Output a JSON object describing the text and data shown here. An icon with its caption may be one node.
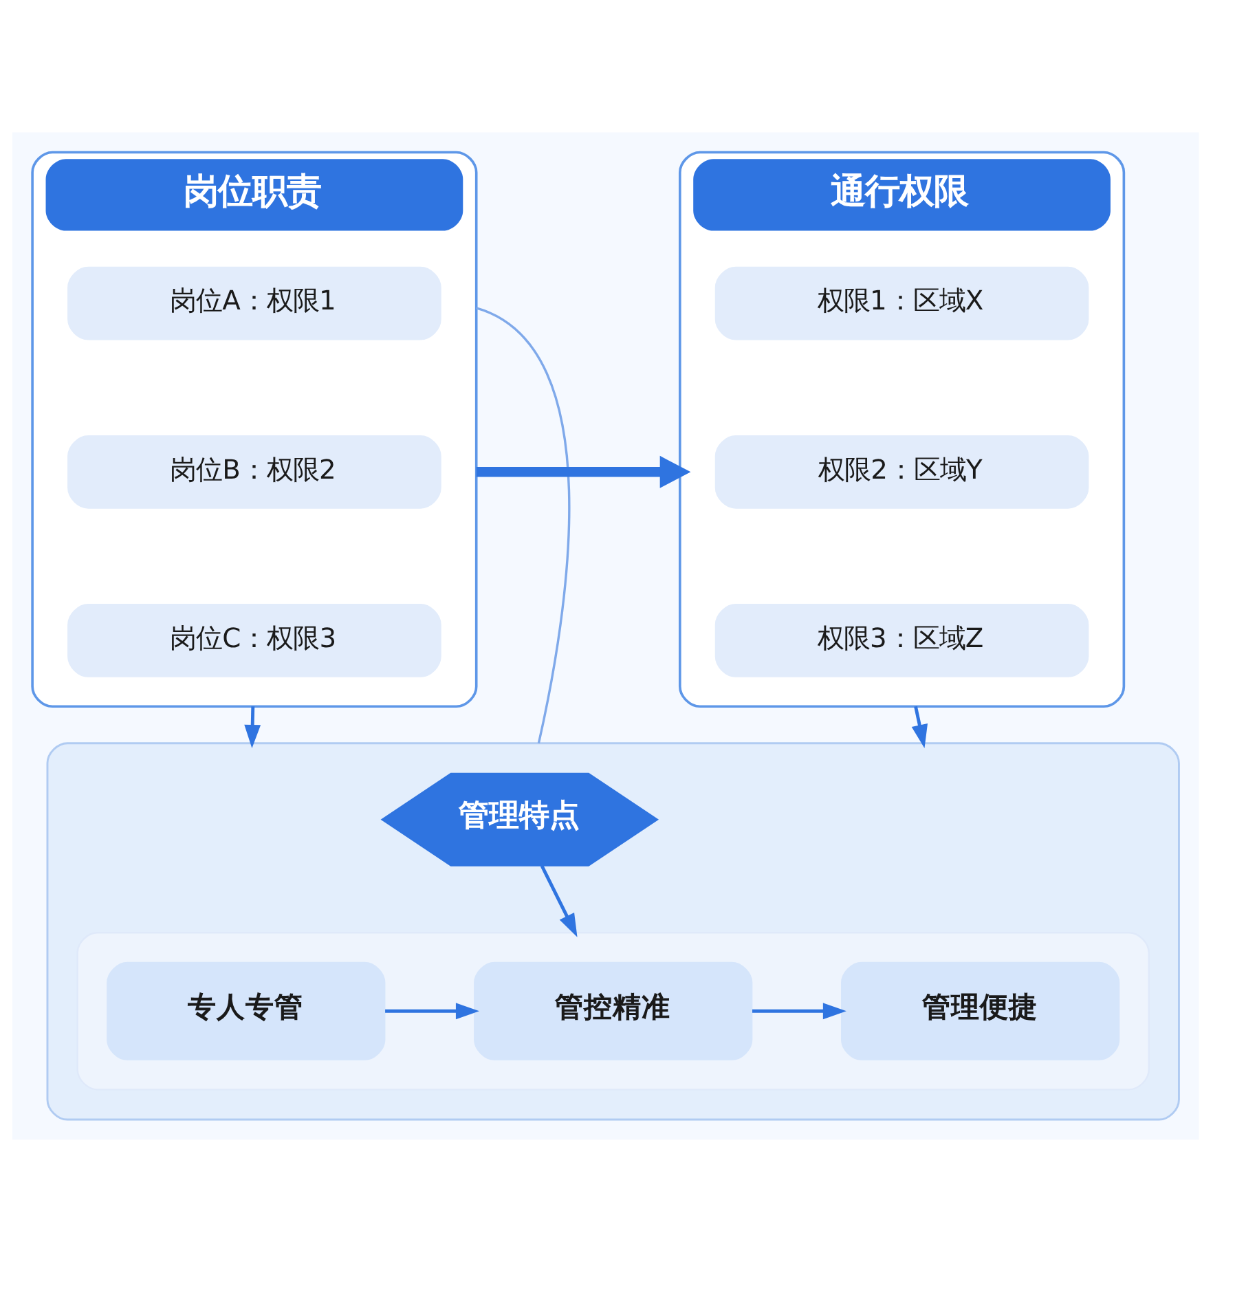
{
  "diagram": {
    "nodes": [
      {
        "text": [
          "岗位职责"
        ]
      },
      {
        "text": [
          "岗位A：权限1"
        ],
        "in": 0
      },
      {
        "text": [
          "岗位B：权限2"
        ],
        "in": 0
      },
      {
        "text": [
          "岗位C：权限3"
        ],
        "in": 0
      },
      {
        "text": [
          "通行权限"
        ]
      },
      {
        "text": [
          "权限1：区域X"
        ],
        "in": 4
      },
      {
        "text": [
          "权限2：区域Y"
        ],
        "in": 4
      },
      {
        "text": [
          "权限3：区域Z"
        ],
        "in": 4
      },
      {
        "text": [],
        "shape": "box"
      },
      {
        "text": [
          "管理特点"
        ],
        "in": 8
      },
      {
        "text": [],
        "shape": "box",
        "in": 8
      },
      {
        "text": [
          "专人专管"
        ],
        "in": 10
      },
      {
        "text": [
          "管控精准"
        ],
        "in": 10
      },
      {
        "text": [
          "管理便捷"
        ],
        "in": 10
      }
    ],
    "edges": [
      {
        "from": 0,
        "to": 8,
        "arrow": "none",
        "color": "#7fa9ea"
      },
      {
        "from": 0,
        "to": 4,
        "arrow": "to",
        "style": "thick"
      },
      {
        "from": 0,
        "to": 8,
        "arrow": "to"
      },
      {
        "from": 4,
        "to": 8,
        "arrow": "to"
      },
      {
        "from": 9,
        "to": 10,
        "arrow": "to"
      },
      {
        "from": 11,
        "to": 12,
        "arrow": "to"
      },
      {
        "from": 12,
        "to": 13,
        "arrow": "to"
      }
    ]
  }
}
